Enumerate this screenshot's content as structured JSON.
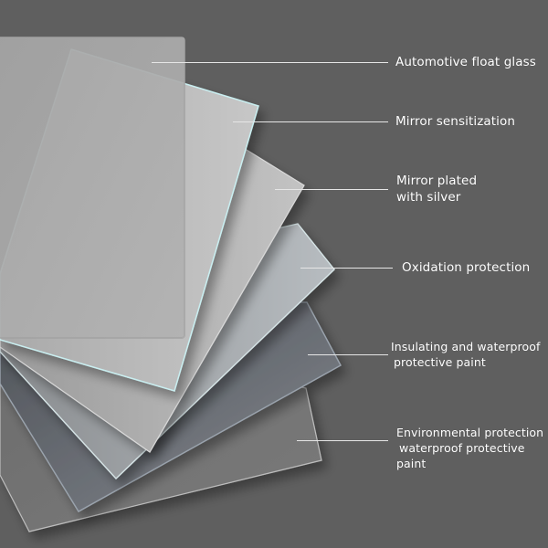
{
  "colors": {
    "background": "#5f5f5f",
    "leader_line": "#e6e6e6",
    "label_text": "#ffffff"
  },
  "layers": [
    {
      "id": "automotive-float-glass",
      "lines": [
        "Automotive float glass"
      ]
    },
    {
      "id": "mirror-sensitization",
      "lines": [
        "Mirror sensitization"
      ]
    },
    {
      "id": "mirror-plated-with-silver",
      "lines": [
        "Mirror plated",
        "with silver"
      ]
    },
    {
      "id": "oxidation-protection",
      "lines": [
        "Oxidation protection"
      ]
    },
    {
      "id": "insulating-waterproof-paint",
      "lines": [
        "Insulating and waterproof",
        "protective paint"
      ]
    },
    {
      "id": "environmental-protection-paint",
      "lines": [
        "Environmental protection",
        "waterproof protective",
        "paint"
      ]
    }
  ]
}
